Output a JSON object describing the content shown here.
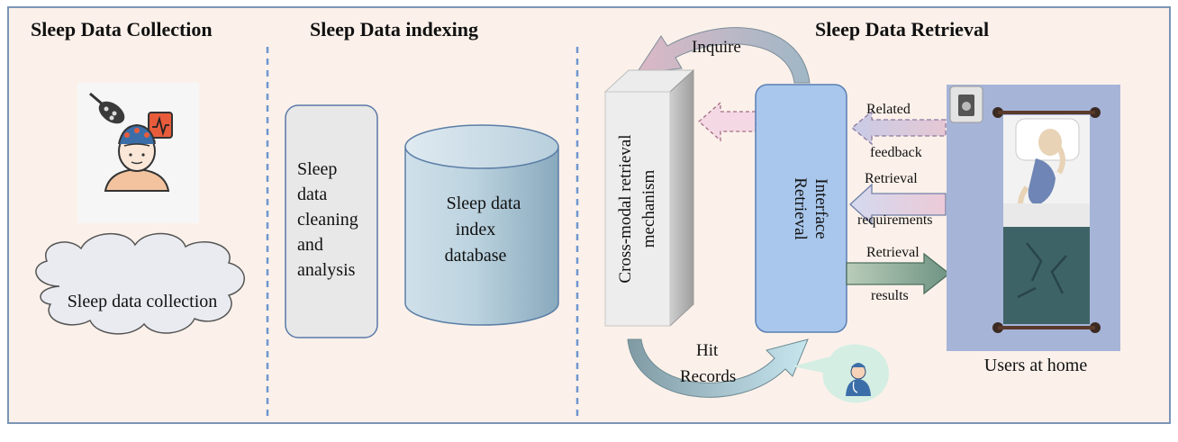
{
  "sections": {
    "collection": {
      "title": "Sleep  Data Collection",
      "cloud_label": "Sleep data collection"
    },
    "indexing": {
      "title": "Sleep Data indexing",
      "cleaning_lines": [
        "Sleep",
        "data",
        "cleaning",
        "and",
        "analysis"
      ],
      "database_lines": [
        "Sleep data",
        "index",
        "database"
      ]
    },
    "retrieval": {
      "title": "Sleep Data Retrieval",
      "mechanism_lines": [
        "Cross-modal retrieval",
        "mechanism"
      ],
      "interface_lines": [
        "Retrieval",
        "Interface"
      ],
      "inquire": "Inquire",
      "hit_records": [
        "Hit",
        "Records"
      ],
      "related": "Related",
      "feedback": "feedback",
      "retrieval_req_top": "Retrieval",
      "requirements": "requirements",
      "retrieval_res_top": "Retrieval",
      "results": "results",
      "users_label": "Users at home"
    }
  },
  "icons": [
    "eeg-patient-icon",
    "doctor-icon",
    "speaker-icon",
    "sleeping-user-icon"
  ],
  "colors": {
    "background": "#fbf1ea",
    "frame": "#7b95b6",
    "divider": "#6f97cf",
    "interface": "#a9c7ec",
    "bed_panel": "#a6b4d8",
    "results_arrow": "#8aa590",
    "curve_arrow": "#b3c4cd"
  }
}
